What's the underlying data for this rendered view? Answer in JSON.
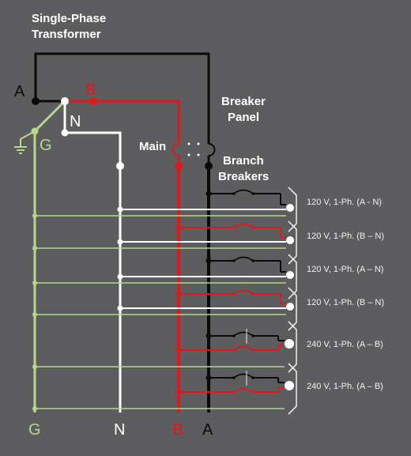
{
  "title_lines": [
    "Single-Phase",
    "Transformer"
  ],
  "panel_lines": [
    "Breaker",
    "Panel"
  ],
  "branch_lines": [
    "Branch",
    "Breakers"
  ],
  "main_label": "Main",
  "terminal_labels": {
    "a": "A",
    "b": "B",
    "n": "N",
    "g": "G"
  },
  "bus_labels": {
    "g": "G",
    "n": "N",
    "b": "B",
    "a": "A"
  },
  "circuits": [
    {
      "label": "120 V, 1-Ph.  (A - N)"
    },
    {
      "label": "120 V, 1-Ph.  (B – N)"
    },
    {
      "label": "120 V, 1-Ph.  (A – N)"
    },
    {
      "label": "120 V, 1-Ph.  (B – N)"
    },
    {
      "label": "240 V, 1-Ph.  (A – B)"
    },
    {
      "label": "240 V, 1-Ph.  (A – B)"
    }
  ],
  "colors": {
    "background": "#5d5d5f",
    "phase_a": "#0a0a0a",
    "phase_b": "#e3161b",
    "neutral": "#ffffff",
    "ground": "#b5d88a",
    "text": "#ffffff"
  }
}
